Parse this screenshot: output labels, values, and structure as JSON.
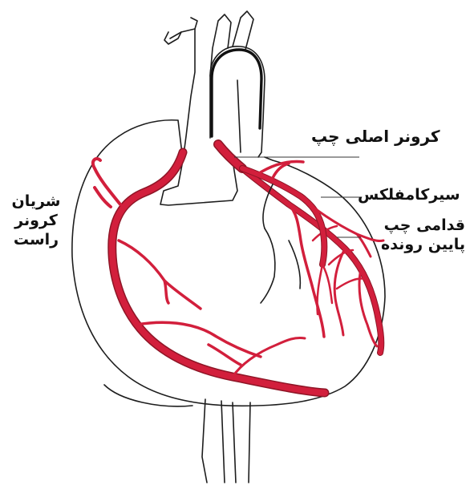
{
  "labels": {
    "left_main_coronary": "کرونر اصلی چپ",
    "circumflex": "سیرکامفلکس",
    "left_anterior_descending": [
      "قدامی چپ",
      "پایین رونده"
    ],
    "right_coronary": [
      "شریان",
      "کرونر",
      "راست"
    ]
  },
  "colors": {
    "vessel": "#d21f3c",
    "outline": "#1d1d1d",
    "background": "#ffffff"
  }
}
